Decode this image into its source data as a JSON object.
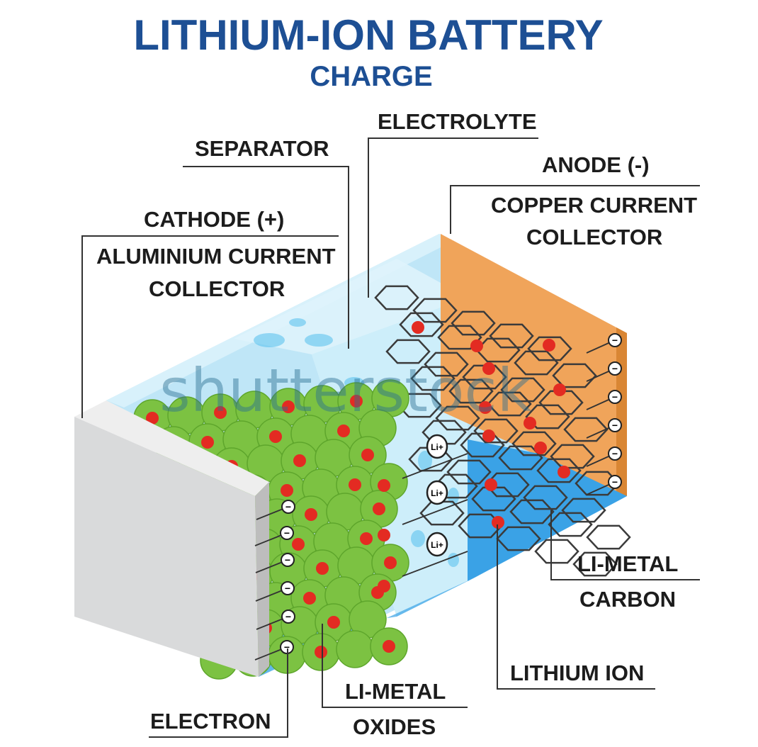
{
  "title": "LITHIUM-ION BATTERY",
  "subtitle": "CHARGE",
  "labels": {
    "electrolyte": "ELECTROLYTE",
    "separator": "SEPARATOR",
    "anode": "ANODE (-)",
    "copper_1": "COPPER CURRENT",
    "copper_2": "COLLECTOR",
    "cathode": "CATHODE (+)",
    "aluminium_1": "ALUMINIUM CURRENT",
    "aluminium_2": "COLLECTOR",
    "li_metal_carbon_1": "LI-METAL",
    "li_metal_carbon_2": "CARBON",
    "lithium_ion": "LITHIUM ION",
    "li_metal_oxides_1": "LI-METAL",
    "li_metal_oxides_2": "OXIDES",
    "electron": "ELECTRON"
  },
  "ion_symbol": "Li+",
  "electron_symbol": "−",
  "watermark": "shutterstock",
  "colors": {
    "title": "#1d4f94",
    "cathode_particle": "#7cc242",
    "lithium": "#e32b22",
    "anode": "#f0a45a",
    "electrolyte": "#bfe6f7",
    "collector": "#d9dadb"
  }
}
